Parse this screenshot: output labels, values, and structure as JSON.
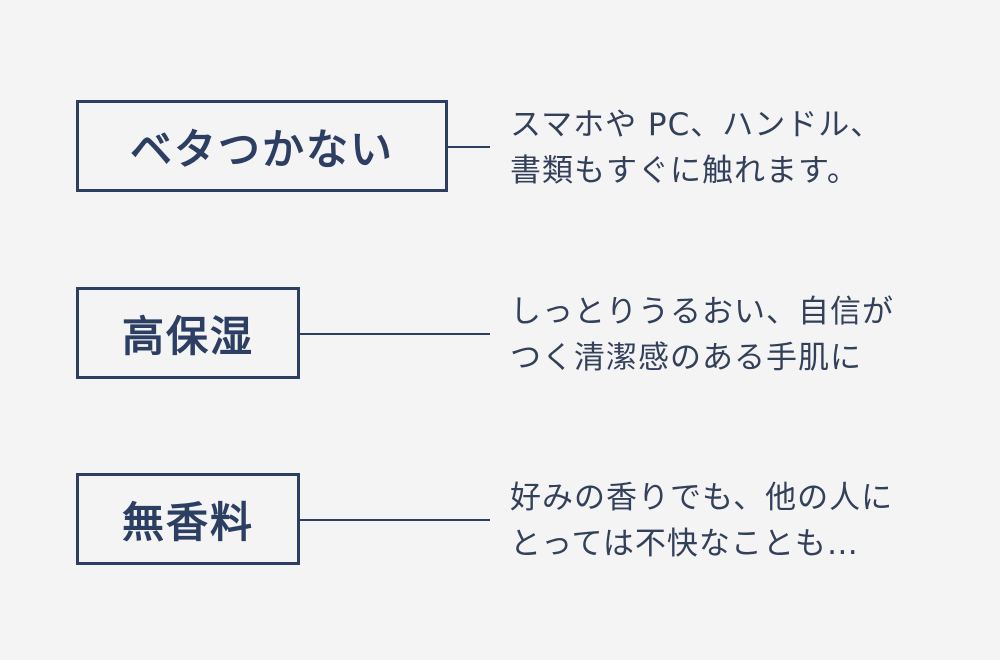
{
  "features": [
    {
      "label": "ベタつかない",
      "line1": "スマホや PC、ハンドル、",
      "line2": "書類もすぐに触れます。"
    },
    {
      "label": "高保湿",
      "line1": "しっとりうるおい、自信が",
      "line2": "つく清潔感のある手肌に"
    },
    {
      "label": "無香料",
      "line1": "好みの香りでも、他の人に",
      "line2": "とっては不快なことも…"
    }
  ],
  "colors": {
    "background": "#f4f4f4",
    "accent": "#2c3f63",
    "text": "#33405a"
  }
}
